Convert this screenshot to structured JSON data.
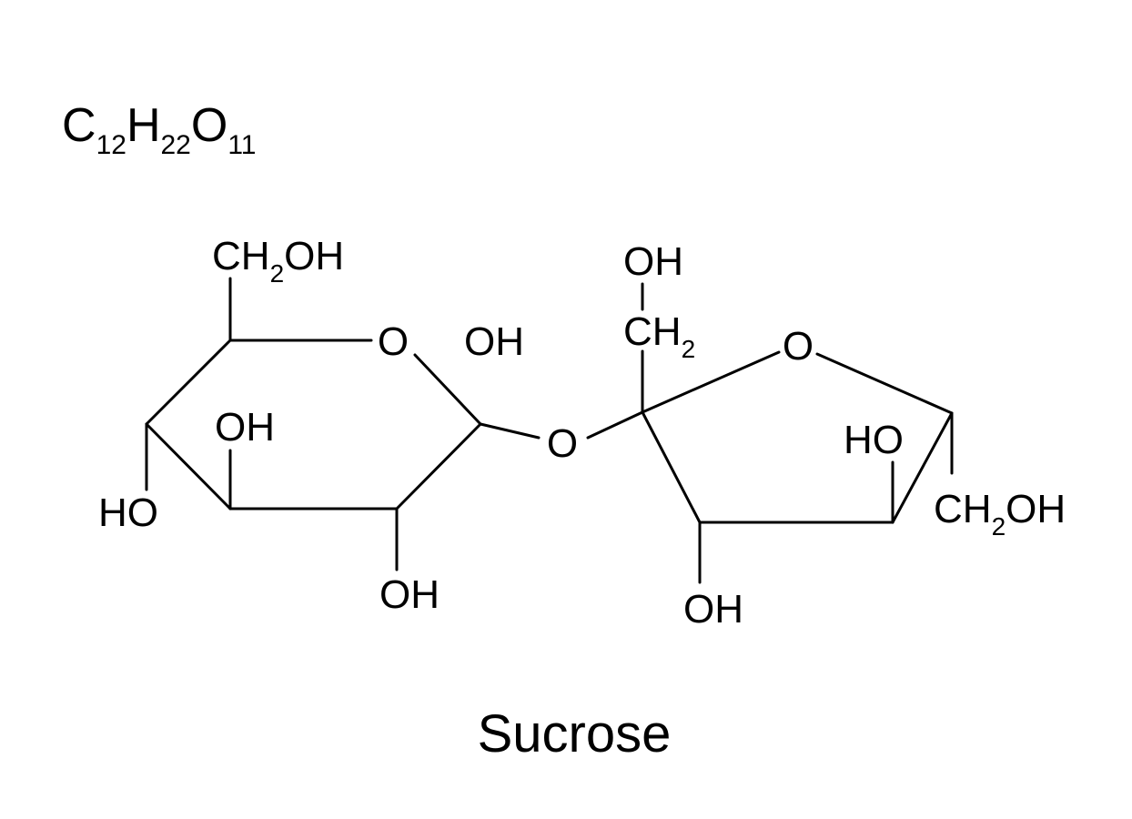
{
  "formula": {
    "c": "C",
    "c_count": "12",
    "h": "H",
    "h_count": "22",
    "o": "O",
    "o_count": "11"
  },
  "labels": {
    "glucose_ch2oh_top": {
      "a": "CH",
      "sub": "2",
      "b": "OH"
    },
    "glucose_ring_o": "O",
    "glucose_anomeric_oh": "OH",
    "glucose_c3_oh": "OH",
    "glucose_c4_ho": "HO",
    "glucose_c2_oh": "OH",
    "glycosidic_o": "O",
    "fructose_top_oh": "OH",
    "fructose_ch2": {
      "a": "CH",
      "sub": "2"
    },
    "fructose_ring_o": "O",
    "fructose_c4_ho": "HO",
    "fructose_ch2oh": {
      "a": "CH",
      "sub": "2",
      "b": "OH"
    },
    "fructose_c3_oh": "OH"
  },
  "caption": "Sucrose"
}
